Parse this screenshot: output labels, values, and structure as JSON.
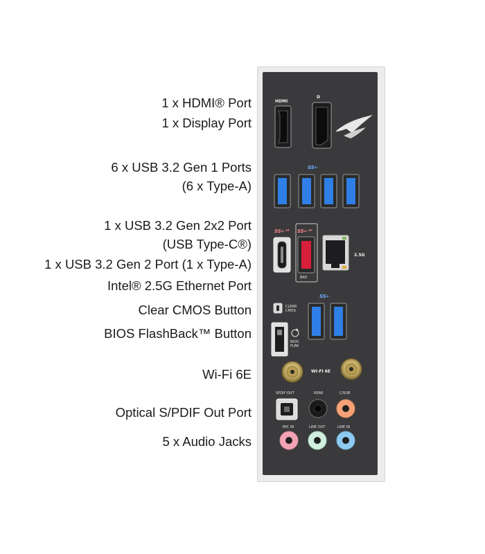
{
  "labels": {
    "hdmi": "1 x HDMI® Port",
    "displayport": "1 x Display Port",
    "usb_gen1_a": "6 x USB 3.2 Gen 1 Ports",
    "usb_gen1_b": "(6 x Type-A)",
    "usb_gen2x2_a": "1 x USB 3.2 Gen 2x2  Port",
    "usb_gen2x2_b": "(USB Type-C®)",
    "usb_gen2": "1 x USB 3.2 Gen 2 Port (1 x Type-A)",
    "ethernet": "Intel® 2.5G Ethernet Port",
    "clear_cmos": "Clear CMOS Button",
    "bios_flashback": "BIOS FlashBack™ Button",
    "wifi": "Wi-Fi 6E",
    "spdif": "Optical S/PDIF Out Port",
    "audio": "5 x Audio Jacks"
  },
  "panel": {
    "hdmi_text": "HDMI",
    "dp_symbol": "D",
    "usb_logo": "SS⇠",
    "usb_c_logo": "SS⇠¹⁰",
    "usb_a_red_logo": "SS⇠¹⁰",
    "bko_text": "BKO",
    "eth_text": "2.5G",
    "clear_cmos_text_1": "CLEAR",
    "clear_cmos_text_2": "CMOS",
    "bios_text_1": "BIOS",
    "bios_text_2": "FLBK",
    "wifi_text": "WI-FI 6E",
    "spdif_text": "SPDIF OUT",
    "rear_text": "REAR",
    "csub_text": "C/SUB",
    "micin_text": "MIC IN",
    "lineout_text": "LINE OUT",
    "linein_text": "LINE IN"
  },
  "colors": {
    "shield": "#3a3a3c",
    "usb_blue": "#2f7fe6",
    "usb_red": "#d8203a",
    "audio_pink": "#f2a4b4",
    "audio_mint": "#cfeedd",
    "audio_blue": "#8ec9ef",
    "audio_orange": "#f6a176",
    "audio_black": "#1a1a1a",
    "antenna_gold": "#c9b06a"
  }
}
